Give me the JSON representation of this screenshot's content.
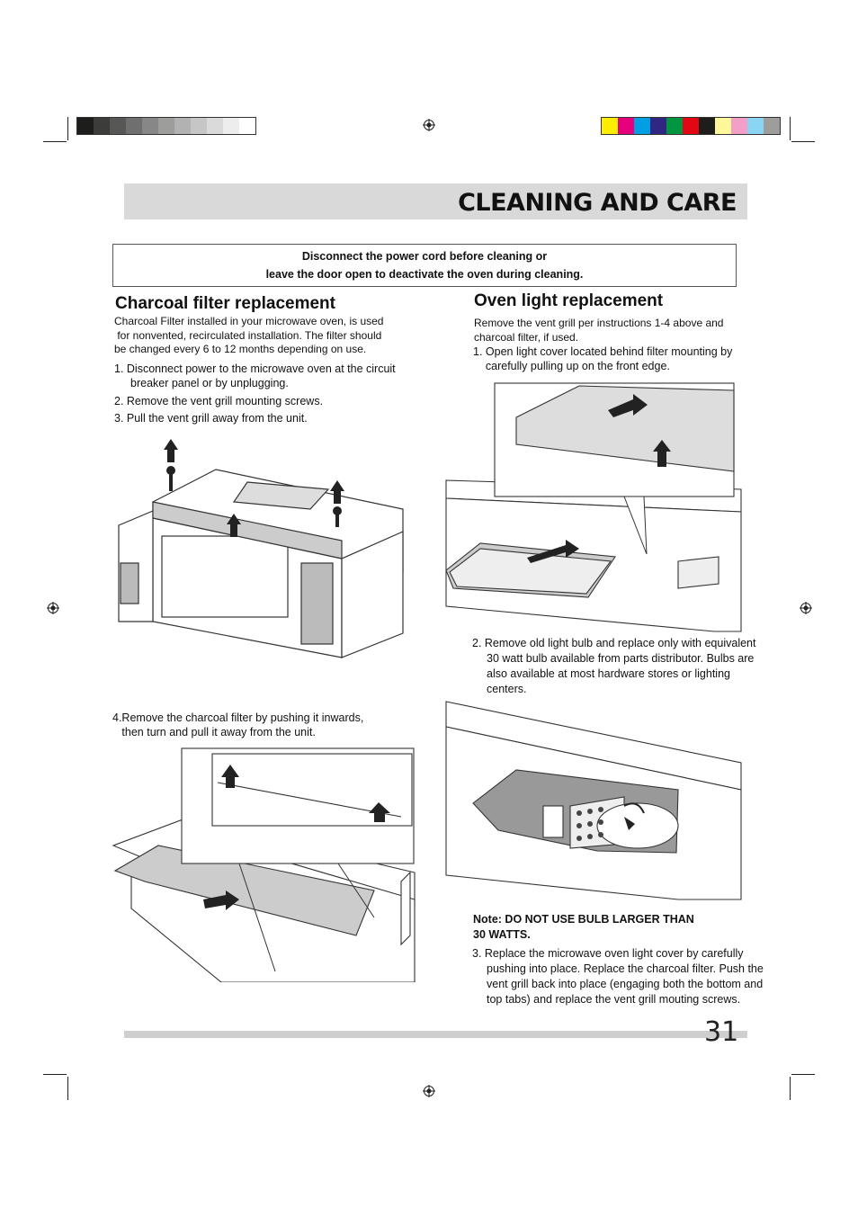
{
  "header": {
    "title": "CLEANING AND CARE"
  },
  "warning": {
    "line1": "Disconnect the power cord before cleaning or",
    "line2": "leave the door open to deactivate the oven during cleaning."
  },
  "charcoal": {
    "title": "Charcoal filter replacement",
    "intro_lines": [
      "Charcoal Filter  installed in your microwave oven, is  used",
      " for nonvented, recirculated installation. The filter should",
      "be changed every 6 to 12 months depending on use."
    ],
    "step1": "1.  Disconnect power to the microwave oven at the circuit breaker panel or by unplugging.",
    "step2": "2. Remove the vent grill mounting screws.",
    "step3": "3. Pull the vent grill away from the unit.",
    "step4_lines": [
      "4.Remove the charcoal filter by pushing it inwards,",
      "   then turn and pull it away from the unit."
    ]
  },
  "light": {
    "title": "Oven light replacement",
    "intro_lines": [
      "Remove the vent grill  per instructions 1-4 above and",
      "charcoal filter, if used."
    ],
    "step1_lines": [
      "1. Open light cover located behind filter mounting by",
      "    carefully pulling up on the front edge."
    ],
    "step2": "2. Remove old light bulb and replace only with equivalent 30 watt bulb available from parts distributor. Bulbs are also available at most hardware stores or lighting centers.",
    "note_lines": [
      "Note: DO NOT USE BULB LARGER THAN",
      "30 WATTS."
    ],
    "step3": "3. Replace the microwave oven light cover by carefully pushing into place. Replace the charcoal filter. Push the vent grill back into place (engaging both the bottom and top tabs) and replace the vent grill mouting screws."
  },
  "page_number": "31",
  "colors": {
    "header_bg": "#d9d9d9",
    "cmyk_swatches": [
      "#ffed00",
      "#e6007e",
      "#009fe3",
      "#312783",
      "#009640",
      "#e30613",
      "#1d1d1b",
      "#fff799",
      "#f39fc8",
      "#8ad4f4",
      "#9d9d9c"
    ],
    "gray_swatches": [
      "#1d1d1b",
      "#3c3c3b",
      "#575756",
      "#706f6f",
      "#878787",
      "#9d9d9c",
      "#b2b2b2",
      "#c6c6c6",
      "#dadada",
      "#ededed",
      "#ffffff"
    ]
  },
  "icons": {
    "registration_mark": "registration-mark-icon"
  }
}
